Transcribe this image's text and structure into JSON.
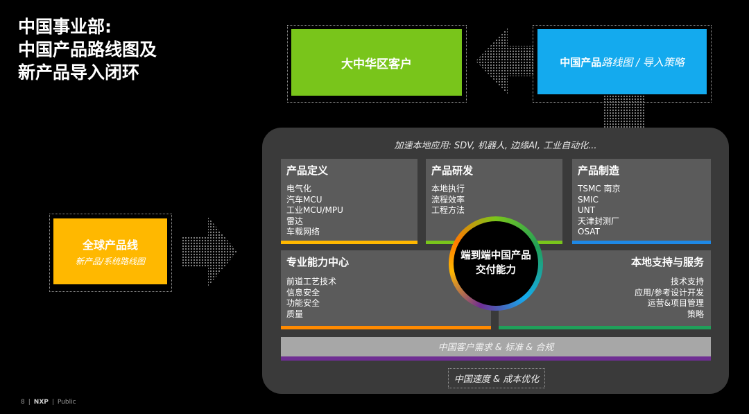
{
  "title": {
    "line1": "中国事业部:",
    "line2": "中国产品路线图及",
    "line3": "新产品导入闭环"
  },
  "customer_box": {
    "label": "大中华区客户",
    "color": "#79c51b"
  },
  "roadmap_box": {
    "label_bold": "中国产品",
    "label_italic": "路线图 / 导入策略",
    "color": "#14aaee"
  },
  "global_box": {
    "title": "全球产品线",
    "subtitle": "新产品/系统路线图",
    "color": "#ffb800"
  },
  "main": {
    "accelerate_text": "加速本地应用: SDV, 机器人, 边缘AI, 工业自动化...",
    "center_text": "端到端中国产品交付能力",
    "cards": {
      "definition": {
        "title": "产品定义",
        "items": [
          "电气化",
          "汽车MCU",
          "工业MCU/MPU",
          "雷达",
          "车载网络"
        ],
        "bar_color": "#ffb800"
      },
      "rnd": {
        "title": "产品研发",
        "items": [
          "本地执行",
          "流程效率",
          "工程方法"
        ],
        "bar_color": "#79c51b"
      },
      "manufacturing": {
        "title": "产品制造",
        "items": [
          "TSMC 南京",
          "SMIC",
          "UNT",
          "天津封测厂",
          "OSAT"
        ],
        "bar_color": "#1e88e5"
      },
      "competence": {
        "title": "专业能力中心",
        "items": [
          "前道工艺技术",
          "信息安全",
          "功能安全",
          "质量"
        ],
        "bar_color": "#ff8a00"
      },
      "local_support": {
        "title": "本地支持与服务",
        "items": [
          "技术支持",
          "应用/参考设计开发",
          "运营&项目管理",
          "策略"
        ],
        "bar_color": "#20a05a"
      }
    },
    "needs_text": "中国客户需求 & 标准 & 合规",
    "needs_bar_color": "#6f2e93",
    "speed_text": "中国速度 & 成本优化"
  },
  "footer": {
    "page": "8",
    "brand": "NXP",
    "classification": "Public"
  }
}
